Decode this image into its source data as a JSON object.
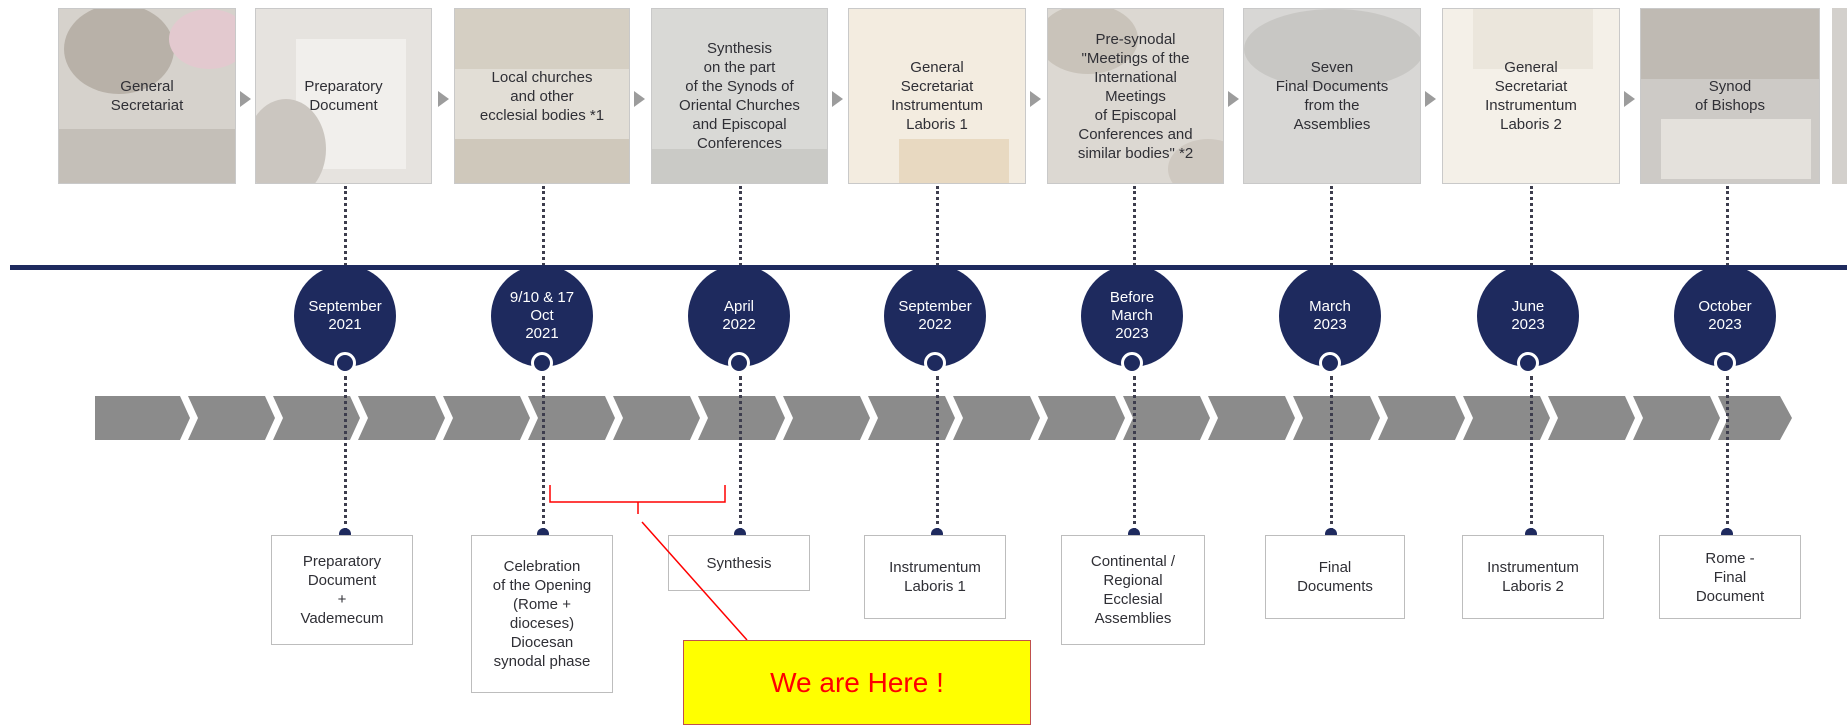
{
  "colors": {
    "navy": "#1e2a5e",
    "arrow_gray": "#9c9c9c",
    "marker_red": "#ff0000",
    "callout_yellow": "#ffff00"
  },
  "top_boxes": [
    {
      "label": "General\nSecretariat"
    },
    {
      "label": "Preparatory\nDocument"
    },
    {
      "label": "Local churches\nand other\necclesial bodies *1"
    },
    {
      "label": "Synthesis\non the part\nof the Synods of\nOriental Churches\nand Episcopal\nConferences"
    },
    {
      "label": "General\nSecretariat\nInstrumentum\nLaboris 1"
    },
    {
      "label": "Pre-synodal\n\"Meetings of the\nInternational\nMeetings\nof Episcopal\nConferences and\nsimilar bodies\" *2"
    },
    {
      "label": "Seven\nFinal Documents\nfrom the\nAssemblies"
    },
    {
      "label": "General\nSecretariat\nInstrumentum\nLaboris 2"
    },
    {
      "label": "Synod\nof Bishops"
    }
  ],
  "milestones": [
    {
      "date": "September\n2021"
    },
    {
      "date": "9/10 & 17\nOct\n2021"
    },
    {
      "date": "April\n2022"
    },
    {
      "date": "September\n2022"
    },
    {
      "date": "Before\nMarch\n2023"
    },
    {
      "date": "March\n2023"
    },
    {
      "date": "June\n2023"
    },
    {
      "date": "October\n2023"
    }
  ],
  "outputs": [
    {
      "label": "Preparatory\nDocument\n+\nVademecum"
    },
    {
      "label": "Celebration\nof the Opening\n(Rome +\ndioceses)\nDiocesan\nsynodal phase"
    },
    {
      "label": "Synthesis"
    },
    {
      "label": "Instrumentum\nLaboris 1"
    },
    {
      "label": "Continental /\nRegional\nEcclesial\nAssemblies"
    },
    {
      "label": "Final\nDocuments"
    },
    {
      "label": "Instrumentum\nLaboris 2"
    },
    {
      "label": "Rome -\nFinal\nDocument"
    }
  ],
  "callout": {
    "text": "We are Here !"
  }
}
